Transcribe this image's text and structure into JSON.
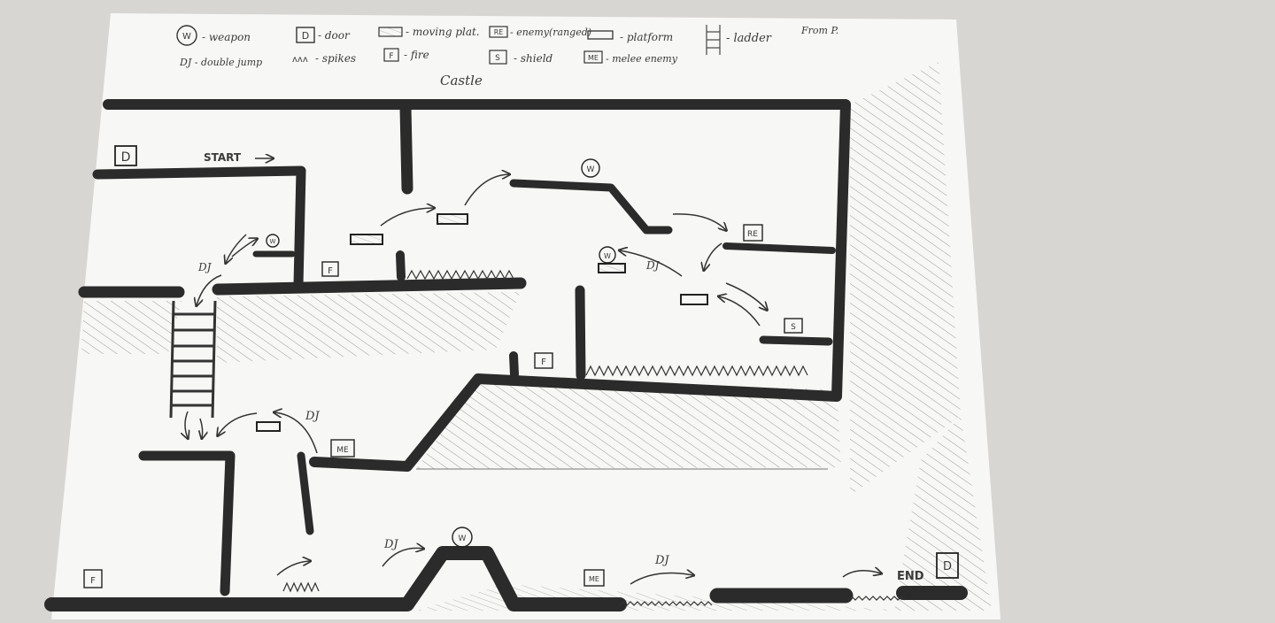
{
  "legend": {
    "weapon": "- weapon",
    "weapon_sym": "W",
    "door": "- door",
    "door_sym": "D",
    "moving_plat": "- moving plat.",
    "enemy_ranged": "- enemy(ranged)",
    "enemy_ranged_sym": "RE",
    "platform": "- platform",
    "ladder": "- ladder",
    "double_jump": "DJ - double jump",
    "spikes": "- spikes",
    "spikes_sym": "ᴧᴧᴧ",
    "fire": "- fire",
    "fire_sym": "F",
    "shield": "- shield",
    "shield_sym": "S",
    "melee_enemy": "- melee enemy",
    "melee_enemy_sym": "ME",
    "from": "From P."
  },
  "title": "Castle",
  "map": {
    "start": "START",
    "end": "END",
    "dj": "DJ",
    "door": "D",
    "fire": "F",
    "weapon": "W",
    "ranged_enemy": "RE",
    "melee_enemy": "ME",
    "shield": "S"
  },
  "colors": {
    "paper": "#f7f7f5",
    "background": "#d8d6d3",
    "pencil": "#2b2b2b"
  }
}
